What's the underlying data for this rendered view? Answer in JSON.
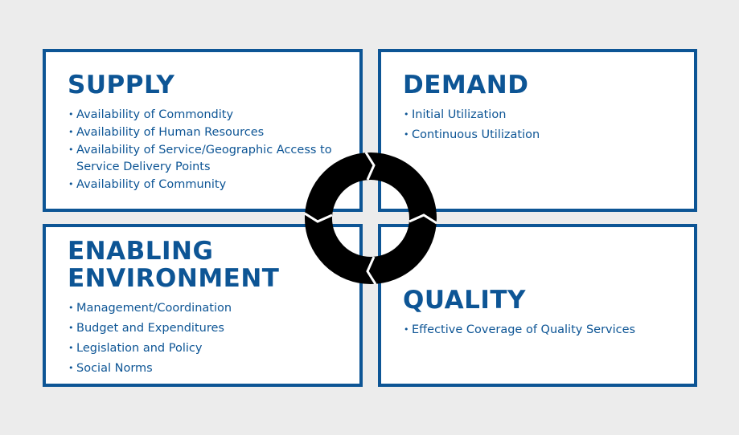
{
  "quadrants": {
    "supply": {
      "title": "SUPPLY",
      "items": [
        "Availability of Commondity",
        "Availability of Human Resources",
        "Availability of Service/Geographic Access to Service Delivery Points",
        "Availability of Community"
      ]
    },
    "demand": {
      "title": "DEMAND",
      "items": [
        "Initial Utilization",
        "Continuous Utilization"
      ]
    },
    "enabling_environment": {
      "title": "ENABLING ENVIRONMENT",
      "items": [
        "Management/Coordination",
        "Budget and Expenditures",
        "Legislation and Policy",
        "Social Norms"
      ]
    },
    "quality": {
      "title": "QUALITY",
      "items": [
        "Effective Coverage of Quality Services"
      ]
    }
  },
  "center_icon": "cycle-arrows-icon",
  "colors": {
    "accent": "#0d5595",
    "background": "#ececec",
    "box": "#ffffff",
    "cycle": "#000000"
  }
}
